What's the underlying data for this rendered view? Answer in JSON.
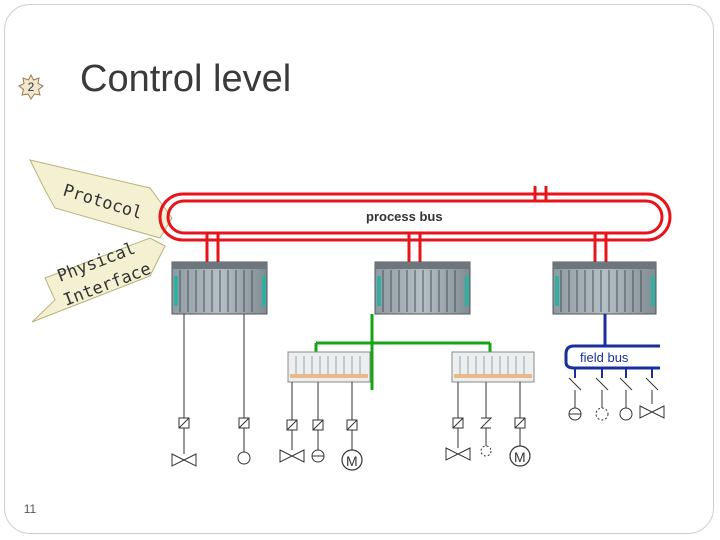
{
  "slide": {
    "title": "Control level",
    "badge_number": "2",
    "page_number": "11"
  },
  "labels": {
    "protocol": "Protocol",
    "physical": "Physical",
    "interface": "Interface",
    "process_bus": "process bus",
    "field_bus": "field bus",
    "motor_letter": "M"
  },
  "colors": {
    "process_bus": "#e8141c",
    "field_bus": "#1a2f9c",
    "local_bus": "#16a316",
    "title_text": "#3a3a3a"
  }
}
